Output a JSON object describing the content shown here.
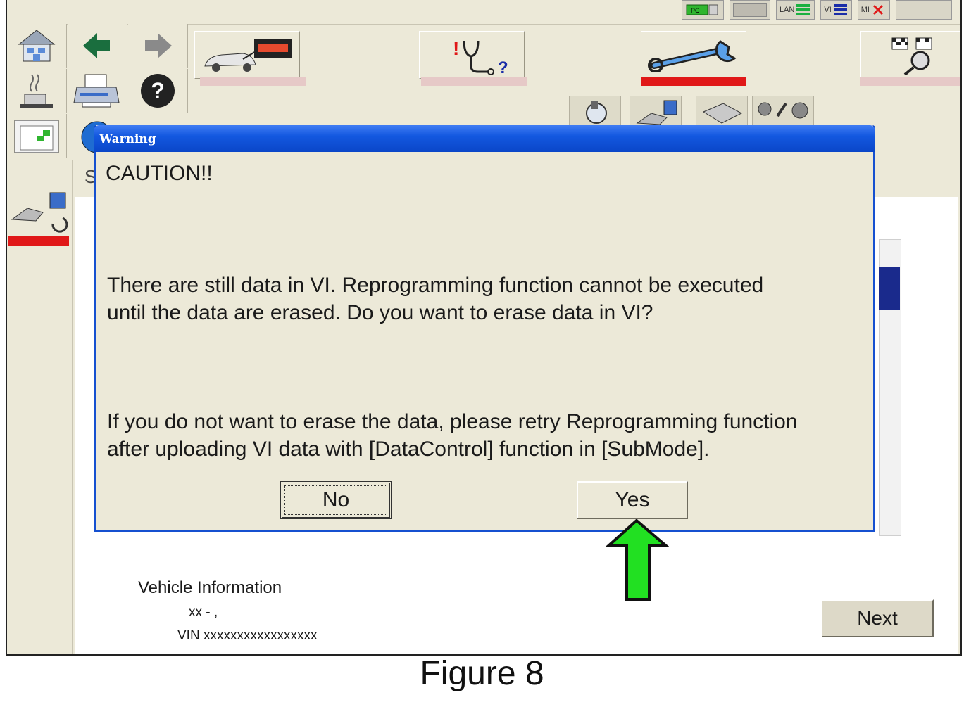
{
  "status_bar": {
    "pc_label": "PC",
    "lan_label": "LAN",
    "vi_label": "VI",
    "mi_label": "MI"
  },
  "dialog": {
    "title": "Warning",
    "heading": "CAUTION!!",
    "message_1": "There are still data in VI. Reprogramming function cannot be executed\nuntil the data are erased. Do you want to erase data in VI?",
    "message_2": "If you do not want to erase the data, please retry Reprogramming function\nafter uploading VI data with [DataControl] function in [SubMode].",
    "no_label": "No",
    "yes_label": "Yes"
  },
  "content": {
    "section_letter": "S",
    "vehicle_info_title": "Vehicle Information",
    "vehicle_model": "xx - ,",
    "vin": "VIN xxxxxxxxxxxxxxxxx",
    "next_label": "Next"
  },
  "caption": "Figure 8",
  "colors": {
    "title_bar": "#1358e0",
    "active_mode": "#e01818",
    "pointer_arrow": "#22e022",
    "window_bg": "#ece9d8"
  },
  "icons": [
    "home-icon",
    "back-arrow-icon",
    "forward-arrow-icon",
    "sleep-icon",
    "printer-icon",
    "help-icon",
    "screen-capture-icon",
    "vehicle-connect-icon",
    "diagnosis-icon",
    "reprogramming-wrench-icon",
    "finish-flag-icon",
    "pointer-arrow-icon"
  ]
}
